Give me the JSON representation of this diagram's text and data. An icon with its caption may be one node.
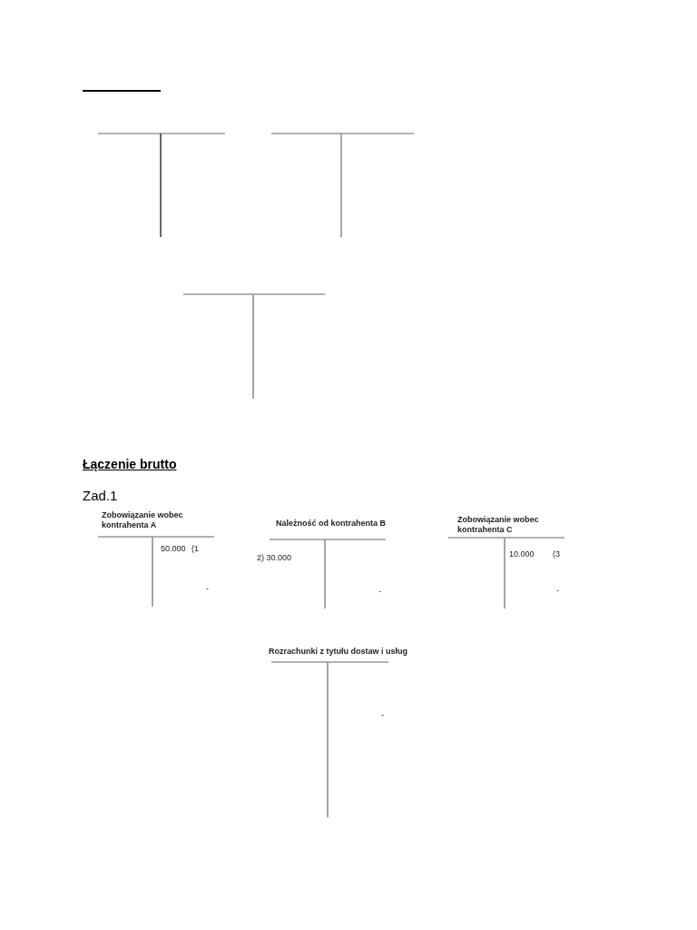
{
  "diagram": {
    "title": "Łączenie brutto",
    "nodes": [
      {
        "text": [],
        "shape": "tee"
      },
      {
        "text": [],
        "shape": "tee"
      },
      {
        "text": [],
        "shape": "tee"
      },
      {
        "text": [
          "Zobowiązanie wobec kontrahenta A",
          "50.000",
          "(1",
          "-"
        ]
      },
      {
        "text": [
          "Należność od kontrahenta B",
          "2) 30.000",
          "-"
        ]
      },
      {
        "text": [
          "Zobowiązanie wobec kontrahenta C",
          "10.000",
          "(3",
          "-"
        ]
      },
      {
        "text": [
          "Rozrachunki z tytułu dostaw i usług",
          "-"
        ]
      }
    ],
    "labels": [
      "Zad.1"
    ]
  }
}
